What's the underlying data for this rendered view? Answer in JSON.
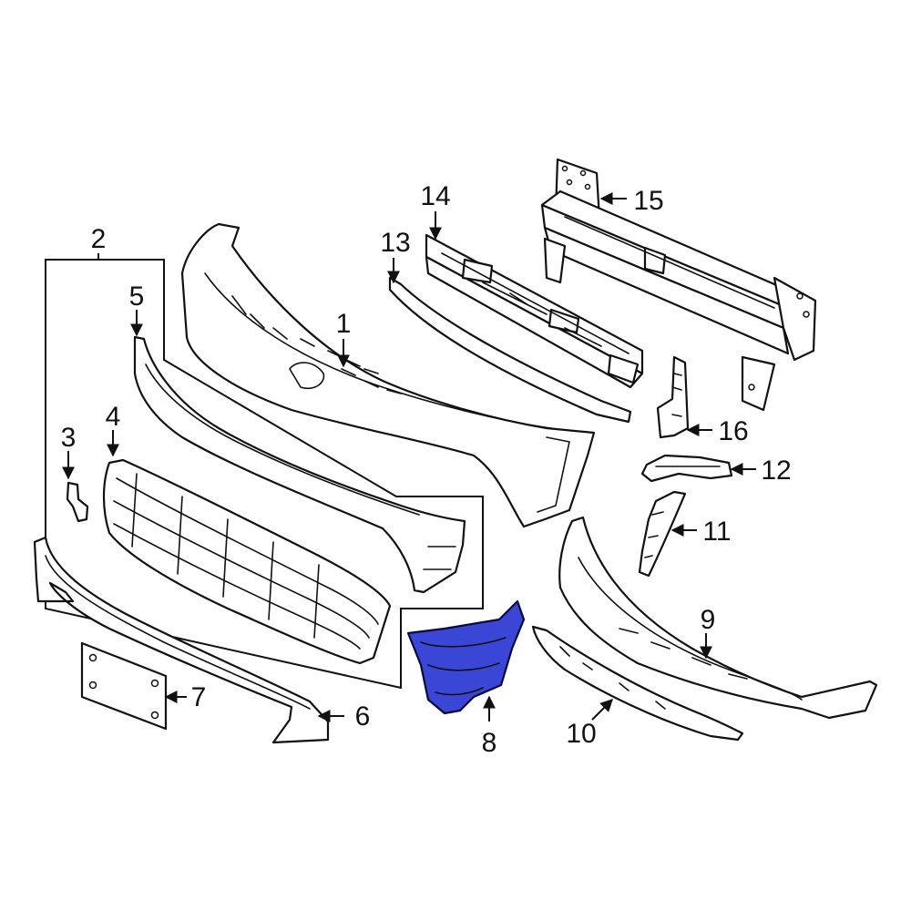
{
  "diagram": {
    "highlight_color": "#3a46d6",
    "callouts": [
      {
        "id": "1",
        "label": "1"
      },
      {
        "id": "2",
        "label": "2"
      },
      {
        "id": "3",
        "label": "3"
      },
      {
        "id": "4",
        "label": "4"
      },
      {
        "id": "5",
        "label": "5"
      },
      {
        "id": "6",
        "label": "6"
      },
      {
        "id": "7",
        "label": "7"
      },
      {
        "id": "8",
        "label": "8"
      },
      {
        "id": "9",
        "label": "9"
      },
      {
        "id": "10",
        "label": "10"
      },
      {
        "id": "11",
        "label": "11"
      },
      {
        "id": "12",
        "label": "12"
      },
      {
        "id": "13",
        "label": "13"
      },
      {
        "id": "14",
        "label": "14"
      },
      {
        "id": "15",
        "label": "15"
      },
      {
        "id": "16",
        "label": "16"
      }
    ],
    "highlighted_part": "8"
  }
}
